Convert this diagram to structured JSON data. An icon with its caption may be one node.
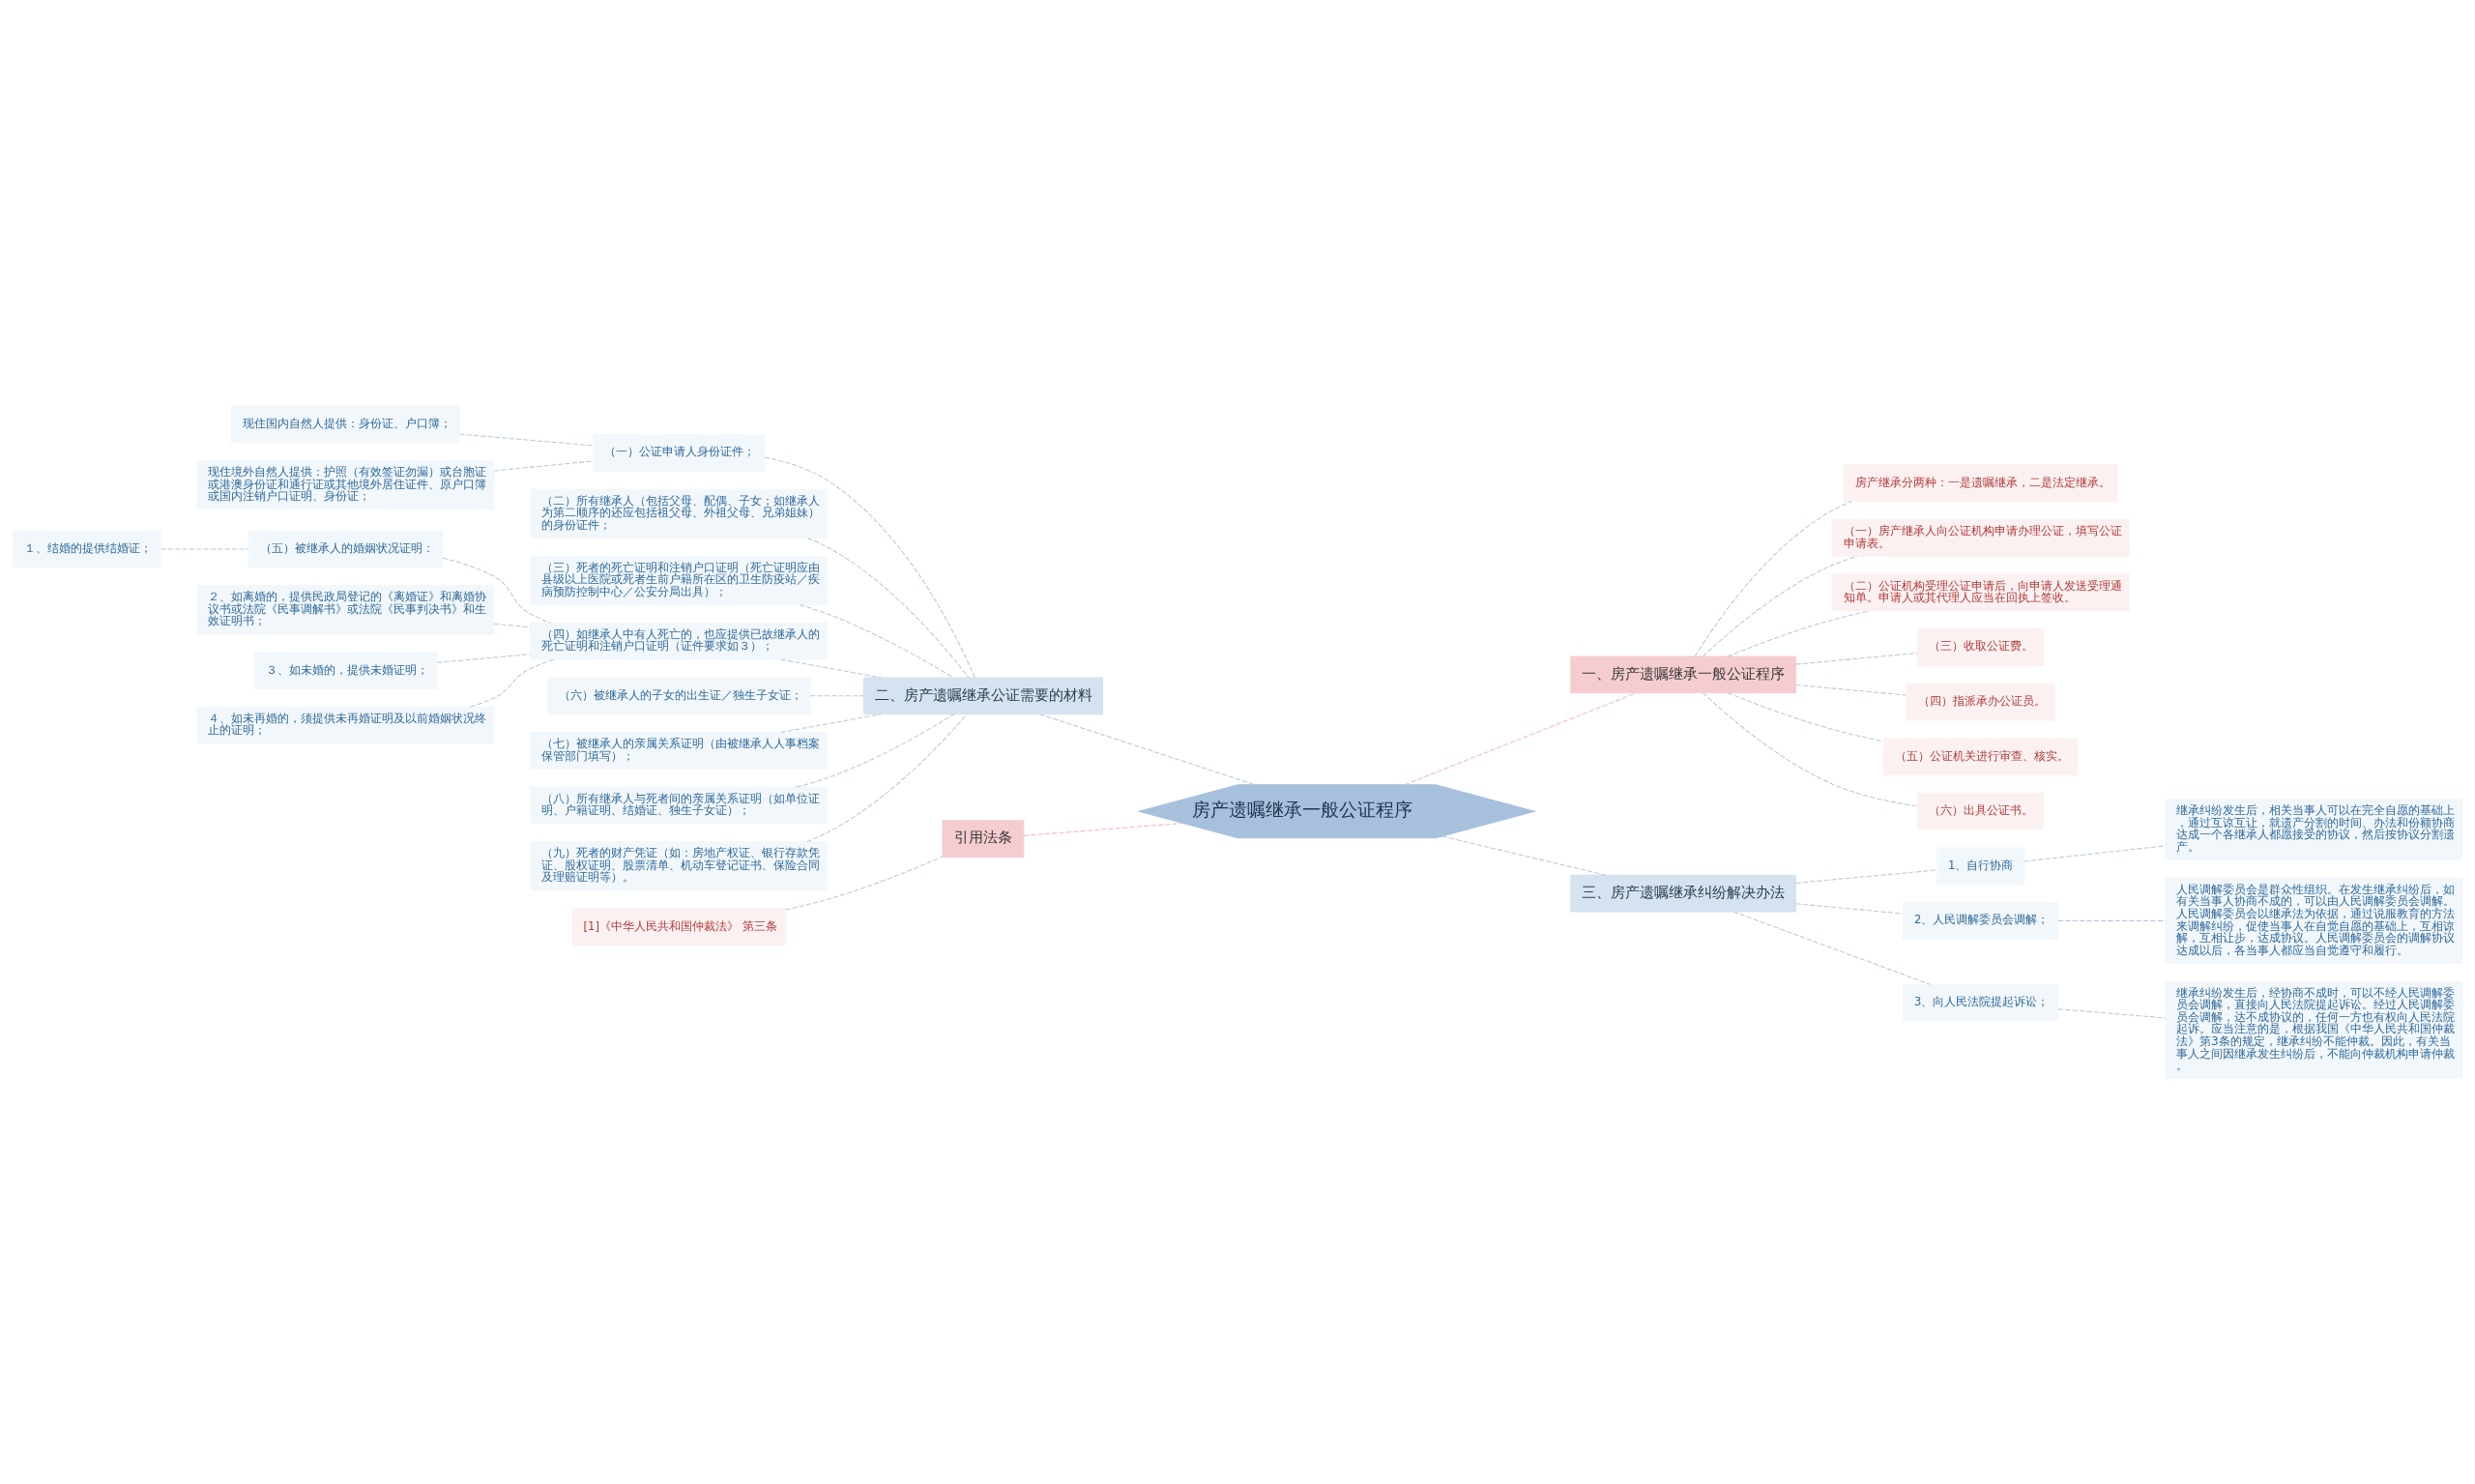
{
  "diagram": {
    "nodes": [
      {
        "text": [
          "房产遗嘱继承一般公证程序"
        ]
      },
      {
        "text": [
          "一、房产遗嘱继承一般公证程序"
        ]
      },
      {
        "text": [
          "房产继承分两种：一是遗嘱继承，二是法定继承。"
        ]
      },
      {
        "text": [
          "（一）房产继承人向公证机构申请办理公证，填写公证申请表。"
        ]
      },
      {
        "text": [
          "（二）公证机构受理公证申请后，向申请人发送受理通知单。申请人或其代理人应当在回执上签收。"
        ]
      },
      {
        "text": [
          "（三）收取公证费。"
        ]
      },
      {
        "text": [
          "（四）指派承办公证员。"
        ]
      },
      {
        "text": [
          "（五）公证机关进行审查、核实。"
        ]
      },
      {
        "text": [
          "（六）出具公证书。"
        ]
      },
      {
        "text": [
          "二、房产遗嘱继承公证需要的材料"
        ]
      },
      {
        "text": [
          "（一）公证申请人身份证件；"
        ]
      },
      {
        "text": [
          "现住国内自然人提供：身份证、户口簿；"
        ]
      },
      {
        "text": [
          "现住境外自然人提供：护照（有效签证勿漏）或台胞证或港澳身份证和通行证或其他境外居住证件、原户口簿或国内注销户口证明、身份证；"
        ]
      },
      {
        "text": [
          "（二）所有继承人（包括父母、配偶、子女；如继承人为第二顺序的还应包括祖父母、外祖父母、兄弟姐妹）的身份证件；"
        ]
      },
      {
        "text": [
          "（三）死者的死亡证明和注销户口证明（死亡证明应由县级以上医院或死者生前户籍所在区的卫生防疫站／疾病预防控制中心／公安分局出具）；"
        ]
      },
      {
        "text": [
          "（四）如继承人中有人死亡的，也应提供已故继承人的死亡证明和注销户口证明（证件要求如３）；"
        ]
      },
      {
        "text": [
          "（五）被继承人的婚姻状况证明："
        ]
      },
      {
        "text": [
          "１、结婚的提供结婚证；"
        ]
      },
      {
        "text": [
          "２、如离婚的，提供民政局登记的《离婚证》和离婚协议书或法院《民事调解书》或法院《民事判决书》和生效证明书；"
        ]
      },
      {
        "text": [
          "３、如未婚的，提供未婚证明；"
        ]
      },
      {
        "text": [
          "４、如未再婚的，须提供未再婚证明及以前婚姻状况终止的证明；"
        ]
      },
      {
        "text": [
          "（六）被继承人的子女的出生证／独生子女证；"
        ]
      },
      {
        "text": [
          "（七）被继承人的亲属关系证明（由被继承人人事档案保管部门填写）；"
        ]
      },
      {
        "text": [
          "（八）所有继承人与死者间的亲属关系证明（如单位证明、户籍证明、结婚证、独生子女证）；"
        ]
      },
      {
        "text": [
          "（九）死者的财产凭证（如：房地产权证、银行存款凭证、股权证明、股票清单、机动车登记证书、保险合同及理赔证明等）。"
        ]
      },
      {
        "text": [
          "引用法条"
        ]
      },
      {
        "text": [
          "[1]《中华人民共和国仲裁法》 第三条"
        ]
      },
      {
        "text": [
          "三、房产遗嘱继承纠纷解决办法"
        ]
      },
      {
        "text": [
          "1、自行协商"
        ]
      },
      {
        "text": [
          "继承纠纷发生后，相关当事人可以在完全自愿的基础上，通过互谅互让，就遗产分割的时间、办法和份额协商达成一个各继承人都愿接受的协议，然后按协议分割遗产。"
        ]
      },
      {
        "text": [
          "2、人民调解委员会调解；"
        ]
      },
      {
        "text": [
          "人民调解委员会是群众性组织。在发生继承纠纷后，如有关当事人协商不成的，可以由人民调解委员会调解。人民调解委员会以继承法为依据，通过说服教育的方法来调解纠纷，促使当事人在自觉自愿的基础上，互相谅解，互相让步，达成协议。人民调解委员会的调解协议达成以后，各当事人都应当自觉遵守和履行。"
        ]
      },
      {
        "text": [
          "3、向人民法院提起诉讼；"
        ]
      },
      {
        "text": [
          "继承纠纷发生后，经协商不成时，可以不经人民调解委员会调解，直接向人民法院提起诉讼。经过人民调解委员会调解，达不成协议的，任何一方也有权向人民法院起诉。应当注意的是，根据我国《中华人民共和国仲裁法》第3条的规定，继承纠纷不能仲裁。因此，有关当事人之间因继承发生纠纷后，不能向仲裁机构申请仲裁。"
        ]
      }
    ],
    "edges": [
      {
        "from": 0,
        "to": 1,
        "arrow": "none",
        "color": "#f0b8bd"
      },
      {
        "from": 1,
        "to": 2,
        "arrow": "none"
      },
      {
        "from": 1,
        "to": 3,
        "arrow": "none"
      },
      {
        "from": 1,
        "to": 4,
        "arrow": "none"
      },
      {
        "from": 1,
        "to": 5,
        "arrow": "none"
      },
      {
        "from": 1,
        "to": 6,
        "arrow": "none"
      },
      {
        "from": 1,
        "to": 7,
        "arrow": "none"
      },
      {
        "from": 1,
        "to": 8,
        "arrow": "none"
      },
      {
        "from": 0,
        "to": 9,
        "arrow": "none"
      },
      {
        "from": 9,
        "to": 10,
        "arrow": "none"
      },
      {
        "from": 10,
        "to": 11,
        "arrow": "none"
      },
      {
        "from": 10,
        "to": 12,
        "arrow": "none"
      },
      {
        "from": 9,
        "to": 13,
        "arrow": "none"
      },
      {
        "from": 9,
        "to": 14,
        "arrow": "none"
      },
      {
        "from": 9,
        "to": 15,
        "arrow": "none"
      },
      {
        "from": 15,
        "to": 16,
        "arrow": "none"
      },
      {
        "from": 16,
        "to": 17,
        "arrow": "none"
      },
      {
        "from": 15,
        "to": 18,
        "arrow": "none"
      },
      {
        "from": 15,
        "to": 19,
        "arrow": "none"
      },
      {
        "from": 15,
        "to": 20,
        "arrow": "none"
      },
      {
        "from": 9,
        "to": 21,
        "arrow": "none"
      },
      {
        "from": 9,
        "to": 22,
        "arrow": "none"
      },
      {
        "from": 9,
        "to": 23,
        "arrow": "none"
      },
      {
        "from": 9,
        "to": 24,
        "arrow": "none"
      },
      {
        "from": 0,
        "to": 25,
        "arrow": "none",
        "color": "#f0b8bd"
      },
      {
        "from": 25,
        "to": 26,
        "arrow": "none"
      },
      {
        "from": 0,
        "to": 27,
        "arrow": "none"
      },
      {
        "from": 27,
        "to": 28,
        "arrow": "none"
      },
      {
        "from": 28,
        "to": 29,
        "arrow": "none"
      },
      {
        "from": 27,
        "to": 30,
        "arrow": "none"
      },
      {
        "from": 30,
        "to": 31,
        "arrow": "none"
      },
      {
        "from": 27,
        "to": 32,
        "arrow": "none"
      },
      {
        "from": 32,
        "to": 33,
        "arrow": "none"
      }
    ]
  }
}
